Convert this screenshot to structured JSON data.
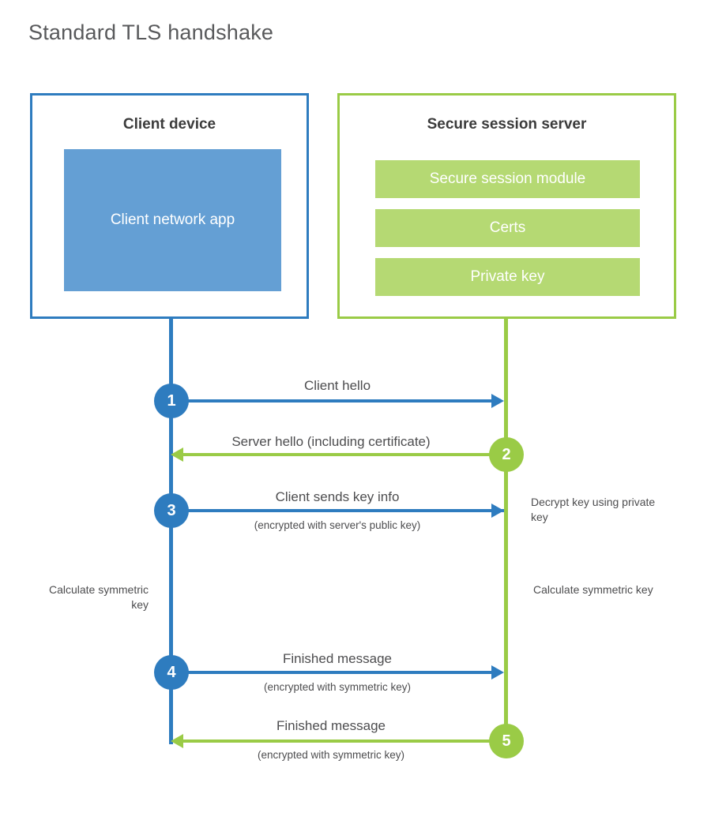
{
  "title": "Standard TLS handshake",
  "colors": {
    "client_accent": "#2e7cbf",
    "server_accent": "#9ACB46",
    "client_app_fill": "#649FD4",
    "server_bar_fill": "#B5D973",
    "text": "#4d4d4f",
    "title_text": "#58595b",
    "background": "#ffffff"
  },
  "client": {
    "title": "Client device",
    "app_label": "Client network app"
  },
  "server": {
    "title": "Secure session server",
    "modules": [
      {
        "label": "Secure session module"
      },
      {
        "label": "Certs"
      },
      {
        "label": "Private key"
      }
    ]
  },
  "steps": [
    {
      "number": "1",
      "label": "Client hello",
      "sublabel": "",
      "direction": "client-to-server",
      "color": "client"
    },
    {
      "number": "2",
      "label": "Server hello (including certificate)",
      "sublabel": "",
      "direction": "server-to-client",
      "color": "server"
    },
    {
      "number": "3",
      "label": "Client sends key info",
      "sublabel": "(encrypted with server's public key)",
      "direction": "client-to-server",
      "color": "client"
    },
    {
      "number": "4",
      "label": "Finished message",
      "sublabel": "(encrypted with symmetric key)",
      "direction": "client-to-server",
      "color": "client"
    },
    {
      "number": "5",
      "label": "Finished message",
      "sublabel": "(encrypted with symmetric key)",
      "direction": "server-to-client",
      "color": "server"
    }
  ],
  "notes": {
    "decrypt_key": "Decrypt key using private key",
    "client_calculate": "Calculate symmetric key",
    "server_calculate": "Calculate symmetric key"
  }
}
